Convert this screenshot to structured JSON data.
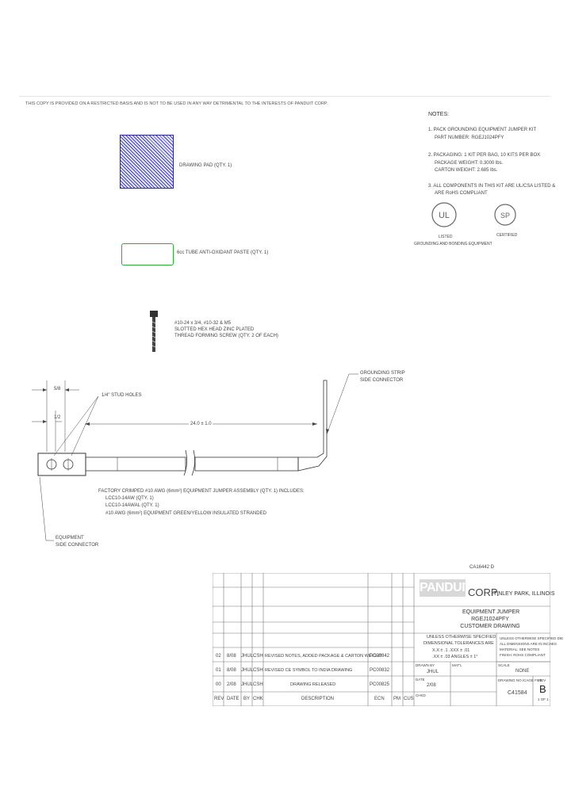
{
  "header": {
    "confidential": "THIS COPY IS PROVIDED ON A RESTRICTED BASIS AND IS NOT TO BE USED IN ANY WAY DETRIMENTAL TO THE INTERESTS OF PANDUIT CORP."
  },
  "parts": {
    "drawing_pad": "DRAWING PAD (QTY. 1)",
    "tube": "6cc TUBE ANTI-OXIDANT PASTE (QTY. 1)",
    "screw_line1": "#10-24 x 3/4, #10-32 & M5",
    "screw_line2": "SLOTTED HEX HEAD ZINC PLATED",
    "screw_line3": "THREAD FORMING SCREW (QTY. 2 OF EACH)"
  },
  "notes": {
    "title": "NOTES:",
    "n1_a": "1.  PACK GROUNDING EQUIPMENT JUMPER KIT",
    "n1_b": "PART NUMBER: RGEJ1024PFY",
    "n2_a": "2.  PACKAGING: 1 KIT PER BAG, 10 KITS PER BOX",
    "n2_b": "PACKAGE WEIGHT: 0.3000 lbs.",
    "n2_c": "CARTON WEIGHT: 2.685 lbs.",
    "n3_a": "3.  ALL COMPONENTS IN THIS KIT ARE UL/CSA LISTED &",
    "n3_b": "ARE RoHS COMPLIANT",
    "ul_label": "LISTED",
    "ul_sub": "GROUNDING AND BONDING EQUIPMENT",
    "csa_label": "CERTIFIED"
  },
  "drawing": {
    "dim_a": "5/8",
    "dim_b": "1/2",
    "holes": "1/4\" STUD HOLES",
    "length": "24.0 ± 1.0",
    "strip_a": "GROUNDING STRIP",
    "strip_b": "SIDE CONNECTOR",
    "factory_a": "FACTORY CRIMPED #10 AWG (6mm²) EQUIPMENT JUMPER ASSEMBLY (QTY. 1) INCLUDES:",
    "factory_b": "LCC10-14AW (QTY. 1)",
    "factory_c": "LCC10-14AWAL (QTY. 1)",
    "factory_d": "#10 AWG (6mm²) EQUIPMENT GREEN/YELLOW INSULATED STRANDED",
    "equip_a": "EQUIPMENT",
    "equip_b": "SIDE CONNECTOR"
  },
  "titleblock": {
    "ca_number": "CA16442 D",
    "brand": "PANDUIT",
    "corp": "CORP.",
    "location": "TINLEY PARK, ILLINOIS",
    "title1": "EQUIPMENT JUMPER",
    "title2": "RGEJ1024PFY",
    "title3": "CUSTOMER DRAWING",
    "tol_a": "UNLESS OTHERWISE SPECIFIED",
    "tol_b": "DIMENSIONAL TOLERANCES ARE",
    "tol_c": "X.X ± .1      .XXX ± .01",
    "tol_d": ".XX ± .03     ANGLES ± 1°",
    "mat_a": "UNLESS OTHERWISE SPECIFIED DIE",
    "mat_b": "ALL DIMENSIONS ARE IN INCHES",
    "mat_c": "MATERIAL: SEE NOTES",
    "mat_d": "FINISH: ROHS COMPLIANT",
    "drawn_by_label": "DRAWN BY",
    "drawn_by": "JHUL",
    "mat_label": "MAT'L",
    "date_label": "DATE",
    "date": "2/08",
    "chkd_label": "CHKD",
    "scale_label": "SCALE",
    "scale": "NONE",
    "dwg_label": "DRAWING NO./CAGE FILE",
    "dwg_no": "C41584",
    "rev_label": "REV",
    "rev": "B",
    "sheet": "1 OF 1",
    "rev_rows": [
      {
        "rev": "02",
        "date": "8/08",
        "by": "JHUL",
        "chk": "CSH",
        "desc": "REVISED NOTES, ADDED PACKAGE & CARTON WEIGHT",
        "ecn": "PC00842"
      },
      {
        "rev": "01",
        "date": "8/08",
        "by": "JHUL",
        "chk": "CSH",
        "desc": "REVISED CE SYMBOL TO INDIA DRAWING",
        "ecn": "PC00832"
      },
      {
        "rev": "00",
        "date": "2/08",
        "by": "JHUL",
        "chk": "CSH",
        "desc": "DRAWING RELEASED",
        "ecn": "PC00825"
      }
    ],
    "headers": {
      "rev": "REV",
      "date": "DATE",
      "by": "BY",
      "chk": "CHK",
      "desc": "DESCRIPTION",
      "ecn": "ECN",
      "pm": "PM",
      "cus": "CUS"
    }
  }
}
